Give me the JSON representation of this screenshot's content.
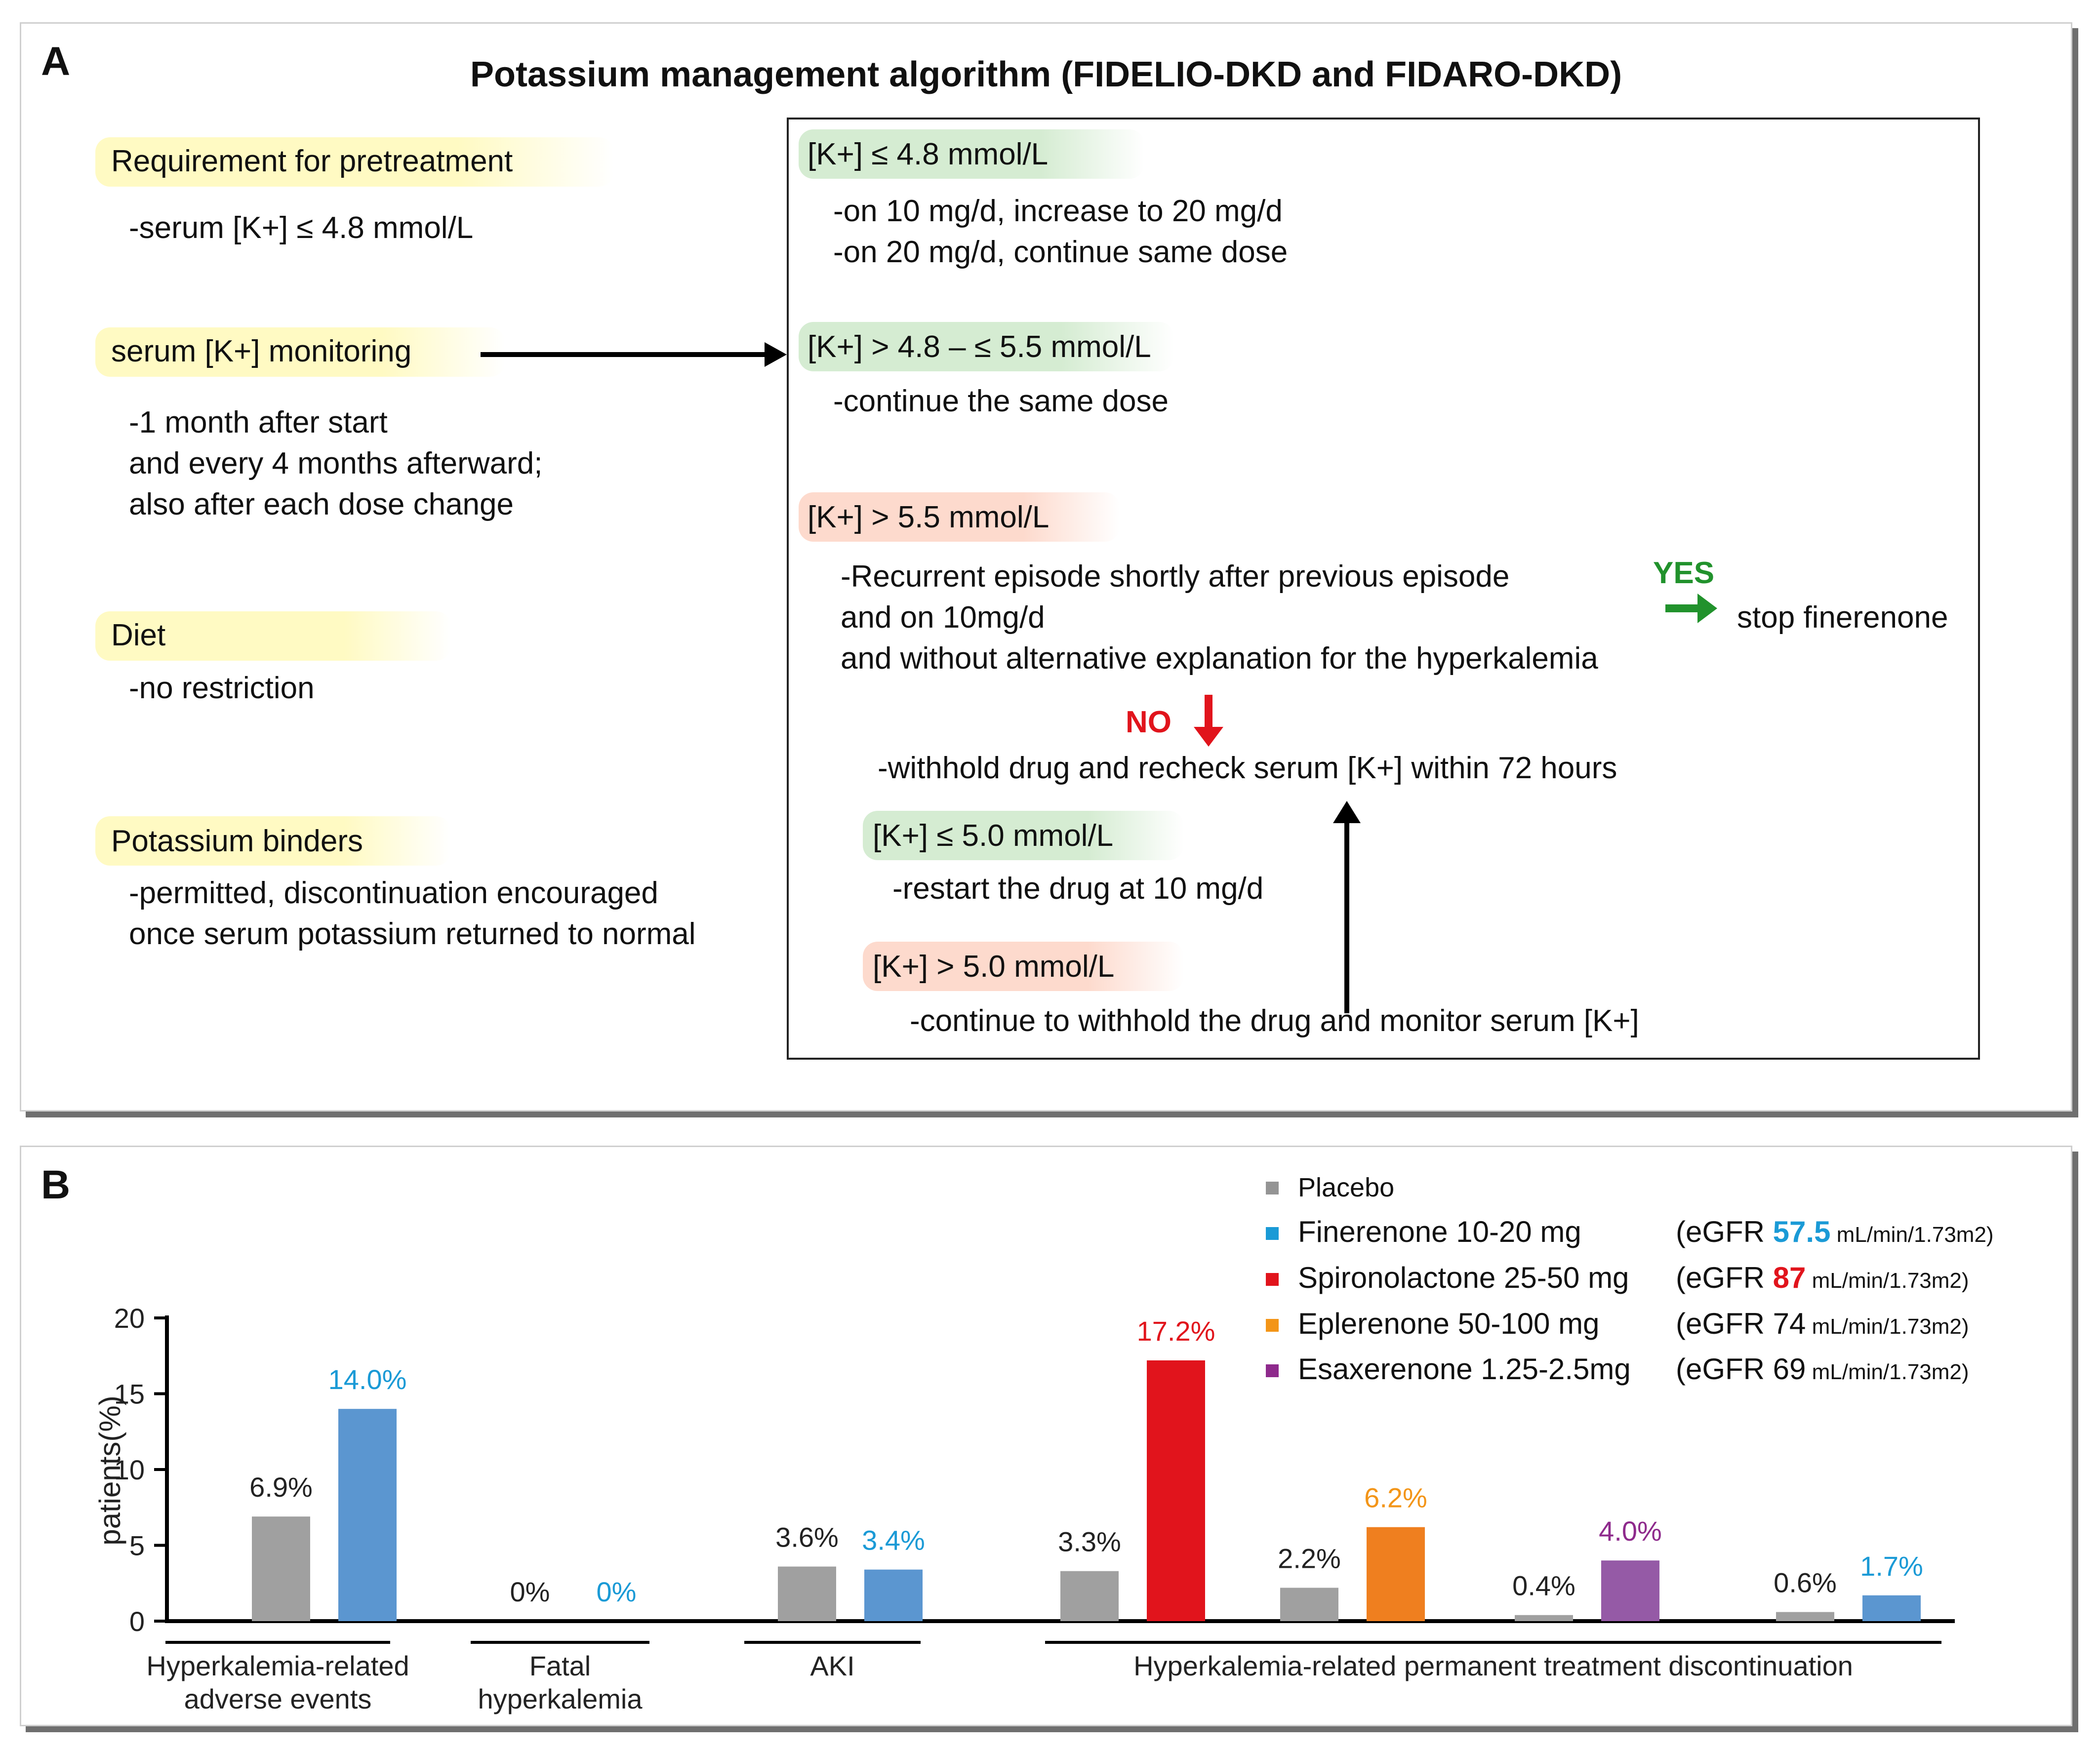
{
  "panel_a": {
    "label": "A",
    "title": "Potassium management algorithm (FIDELIO-DKD and FIDARO-DKD)",
    "left": {
      "pretreatment_heading": "Requirement for pretreatment",
      "pretreatment_text": "-serum [K+] ≤ 4.8 mmol/L",
      "monitoring_heading": "serum [K+] monitoring",
      "monitoring_lines": [
        "-1 month after start",
        "and every 4 months afterward;",
        "also after each dose change"
      ],
      "diet_heading": "Diet",
      "diet_text": "-no restriction",
      "binders_heading": "Potassium binders",
      "binders_lines": [
        "-permitted, discontinuation encouraged",
        "once serum potassium returned to normal"
      ]
    },
    "algorithm": {
      "k_le_48": "[K+] ≤ 4.8 mmol/L",
      "k_le_48_lines": [
        "-on 10 mg/d, increase to 20 mg/d",
        "-on 20 mg/d, continue same dose"
      ],
      "k_48_55": "[K+] > 4.8 – ≤ 5.5 mmol/L",
      "k_48_55_line": "-continue the same dose",
      "k_gt_55": "[K+] > 5.5 mmol/L",
      "k_gt_55_lines": [
        "-Recurrent episode shortly after previous episode",
        "and on 10mg/d",
        "and without alternative explanation for the hyperkalemia"
      ],
      "yes": "YES",
      "stop": "stop finerenone",
      "no": "NO",
      "withhold": "-withhold drug and recheck serum [K+] within 72 hours",
      "k_le_50": "[K+] ≤ 5.0 mmol/L",
      "k_le_50_line": "-restart the drug at 10 mg/d",
      "k_gt_50": "[K+] > 5.0 mmol/L",
      "k_gt_50_line": "-continue to withhold the drug and monitor serum [K+]"
    }
  },
  "panel_b": {
    "label": "B",
    "legend": [
      {
        "name": "Placebo",
        "egfr_prefix": "",
        "egfr_value": "",
        "egfr_unit": "",
        "color": "#949494"
      },
      {
        "name": "Finerenone 10-20 mg",
        "egfr_prefix": "(eGFR ",
        "egfr_value": "57.5",
        "egfr_unit": " mL/min/1.73m2)",
        "color": "#1a9ad6"
      },
      {
        "name": "Spironolactone 25-50 mg",
        "egfr_prefix": "(eGFR ",
        "egfr_value": "87",
        "egfr_unit": " mL/min/1.73m2)",
        "color": "#e1141c"
      },
      {
        "name": "Eplerenone 50-100 mg",
        "egfr_prefix": "(eGFR ",
        "egfr_value": "74",
        "egfr_unit": " mL/min/1.73m2)",
        "color": "#f39518"
      },
      {
        "name": "Esaxerenone 1.25-2.5mg",
        "egfr_prefix": "(eGFR ",
        "egfr_value": "69",
        "egfr_unit": " mL/min/1.73m2)",
        "color": "#8e2a8c"
      }
    ]
  },
  "chart_data": {
    "type": "bar",
    "ylabel": "patients(%)",
    "ylim": [
      0,
      20
    ],
    "yticks": [
      "0",
      "5",
      "10",
      "15",
      "20"
    ],
    "groups": [
      {
        "label_lines": [
          "Hyperkalemia-related",
          "adverse events"
        ],
        "bars": [
          {
            "series": "Placebo",
            "value": 6.9,
            "label": "6.9%",
            "color": "#a0a0a0",
            "label_color": "#222222"
          },
          {
            "series": "Finerenone 10-20 mg",
            "value": 14.0,
            "label": "14.0%",
            "color": "#5b96d0",
            "label_color": "#1a9ad6"
          }
        ]
      },
      {
        "label_lines": [
          "Fatal",
          "hyperkalemia"
        ],
        "bars": [
          {
            "series": "Placebo",
            "value": 0,
            "label": "0%",
            "color": "#a0a0a0",
            "label_color": "#222222"
          },
          {
            "series": "Finerenone 10-20 mg",
            "value": 0,
            "label": "0%",
            "color": "#5b96d0",
            "label_color": "#1a9ad6"
          }
        ]
      },
      {
        "label_lines": [
          "AKI"
        ],
        "bars": [
          {
            "series": "Placebo",
            "value": 3.6,
            "label": "3.6%",
            "color": "#a0a0a0",
            "label_color": "#222222"
          },
          {
            "series": "Finerenone 10-20 mg",
            "value": 3.4,
            "label": "3.4%",
            "color": "#5b96d0",
            "label_color": "#1a9ad6"
          }
        ]
      },
      {
        "label_lines": [
          "Hyperkalemia-related permanent treatment discontinuation"
        ],
        "bars": [
          {
            "series": "Placebo",
            "value": 3.3,
            "label": "3.3%",
            "color": "#a0a0a0",
            "label_color": "#222222"
          },
          {
            "series": "Spironolactone 25-50 mg",
            "value": 17.2,
            "label": "17.2%",
            "color": "#e1141c",
            "label_color": "#e1141c"
          },
          {
            "series": "Placebo",
            "value": 2.2,
            "label": "2.2%",
            "color": "#a0a0a0",
            "label_color": "#222222"
          },
          {
            "series": "Eplerenone 50-100 mg",
            "value": 6.2,
            "label": "6.2%",
            "color": "#ef7f1f",
            "label_color": "#f39518"
          },
          {
            "series": "Placebo",
            "value": 0.4,
            "label": "0.4%",
            "color": "#a0a0a0",
            "label_color": "#222222"
          },
          {
            "series": "Esaxerenone 1.25-2.5mg",
            "value": 4.0,
            "label": "4.0%",
            "color": "#955aa6",
            "label_color": "#8e2a8c"
          },
          {
            "series": "Placebo",
            "value": 0.6,
            "label": "0.6%",
            "color": "#a0a0a0",
            "label_color": "#222222"
          },
          {
            "series": "Finerenone 10-20 mg",
            "value": 1.7,
            "label": "1.7%",
            "color": "#5b96d0",
            "label_color": "#1a9ad6"
          }
        ]
      }
    ]
  }
}
